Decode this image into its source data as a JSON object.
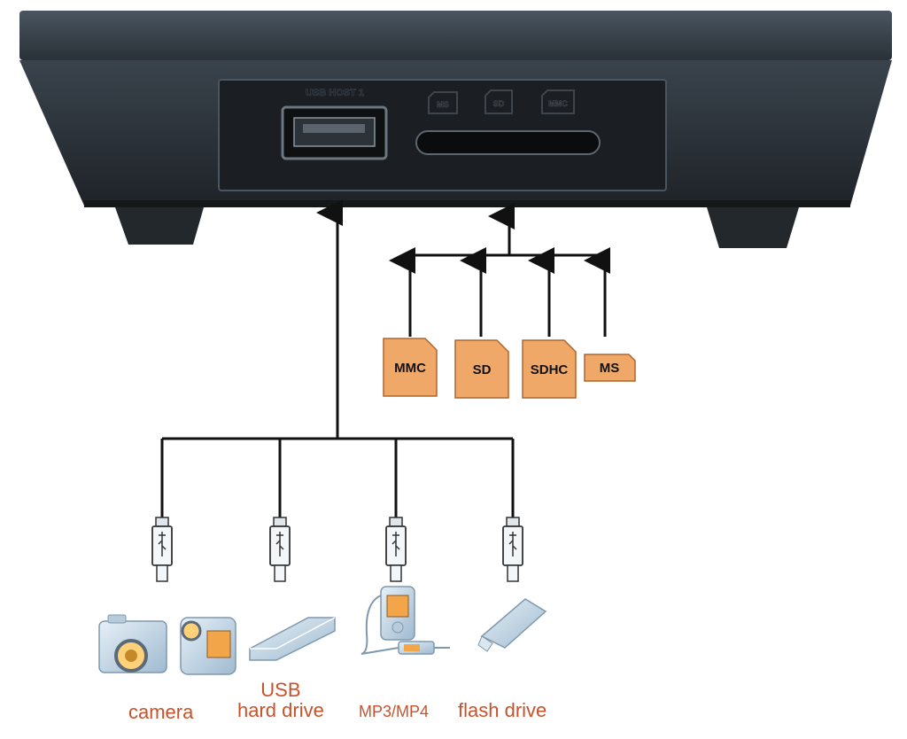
{
  "device": {
    "port_label": "USB HOST 1",
    "slot_icons": [
      "MS",
      "SD",
      "MMC"
    ]
  },
  "cards": [
    {
      "id": "mmc",
      "label": "MMC"
    },
    {
      "id": "sd",
      "label": "SD"
    },
    {
      "id": "sdhc",
      "label": "SDHC"
    },
    {
      "id": "ms",
      "label": "MS"
    }
  ],
  "usb_devices": [
    {
      "id": "camera",
      "lines": [
        "camera"
      ]
    },
    {
      "id": "usb-hard-drive",
      "lines": [
        "USB",
        "hard drive"
      ]
    },
    {
      "id": "mp3-mp4",
      "lines": [
        "MP3/MP4"
      ]
    },
    {
      "id": "flash-drive",
      "lines": [
        "flash drive"
      ]
    }
  ],
  "colors": {
    "device_body": "#2b3138",
    "device_panel": "#1b1f24",
    "card_fill": "#f0a868",
    "card_stroke": "#b0652a",
    "label_text": "#c8522c",
    "device_icon_fill": "#c9dbe8"
  }
}
